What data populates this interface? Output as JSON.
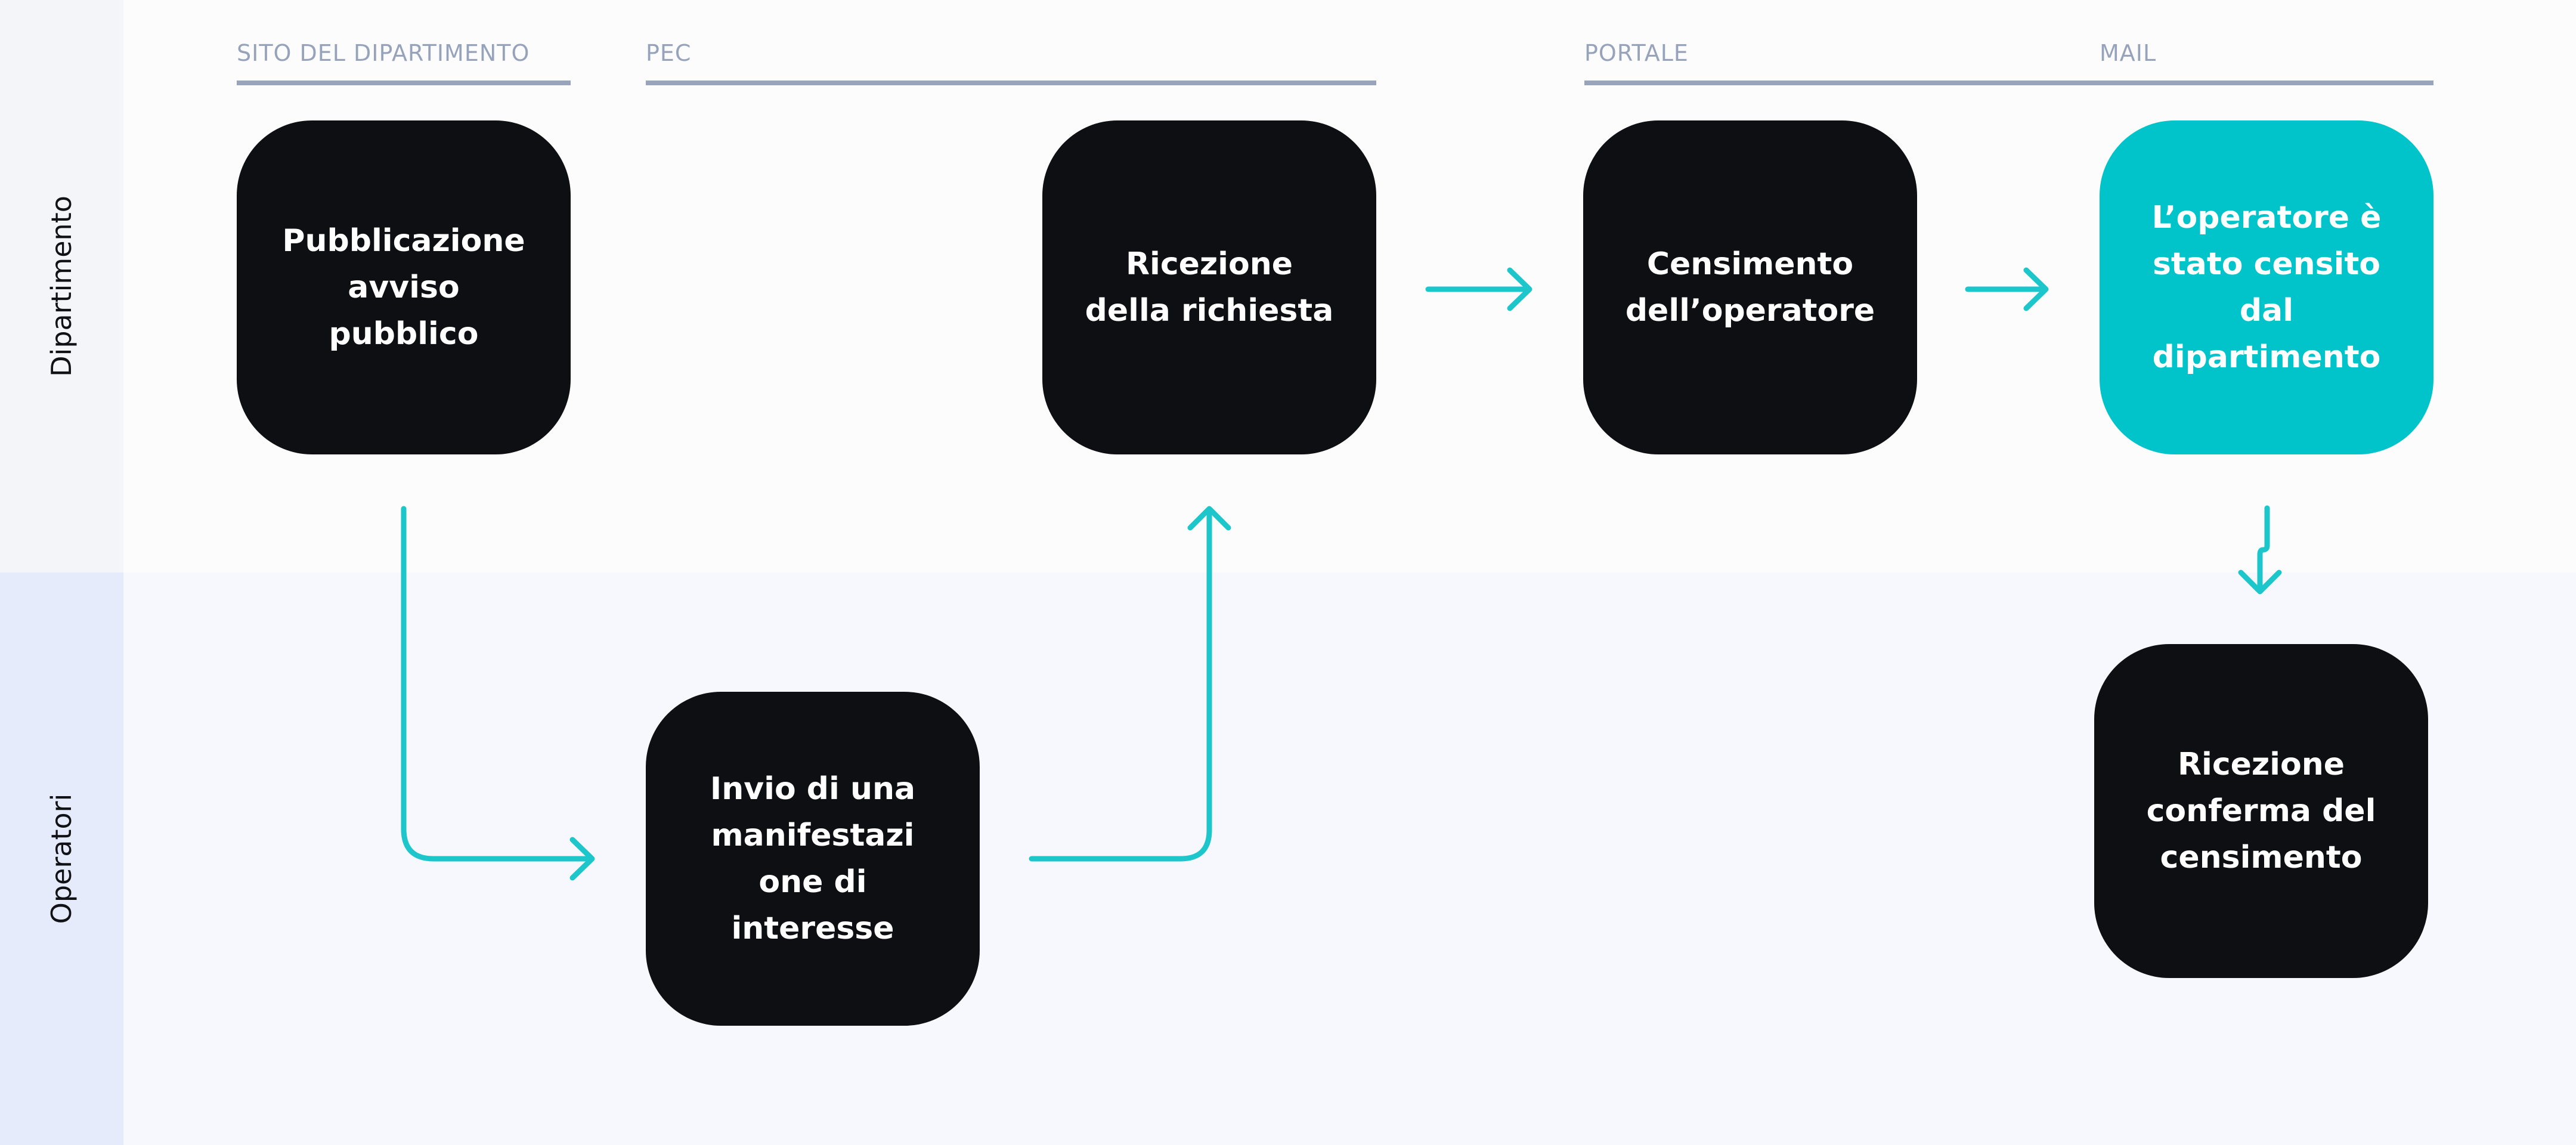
{
  "lanes": {
    "top": "Dipartimento",
    "bottom": "Operatori"
  },
  "phases": {
    "sito": "SITO DEL DIPARTIMENTO",
    "pec": "PEC",
    "portale": "PORTALE",
    "mail": "MAIL"
  },
  "nodes": {
    "pubblicazione": "Pubblicazione\navviso\npubblico",
    "ricezione_richiesta": "Ricezione\ndella richiesta",
    "censimento": "Censimento\ndell’operatore",
    "censito": "L’operatore è\nstato censito\ndal\ndipartimento",
    "invio": "Invio di una\nmanifestazi\none di\ninteresse",
    "ricezione_conferma": "Ricezione\nconferma del\ncensimento"
  },
  "colors": {
    "node": "#0e0f12",
    "accent_node": "#00c4c9",
    "connector": "#1cc6cb",
    "phase": "#96a3ba"
  }
}
